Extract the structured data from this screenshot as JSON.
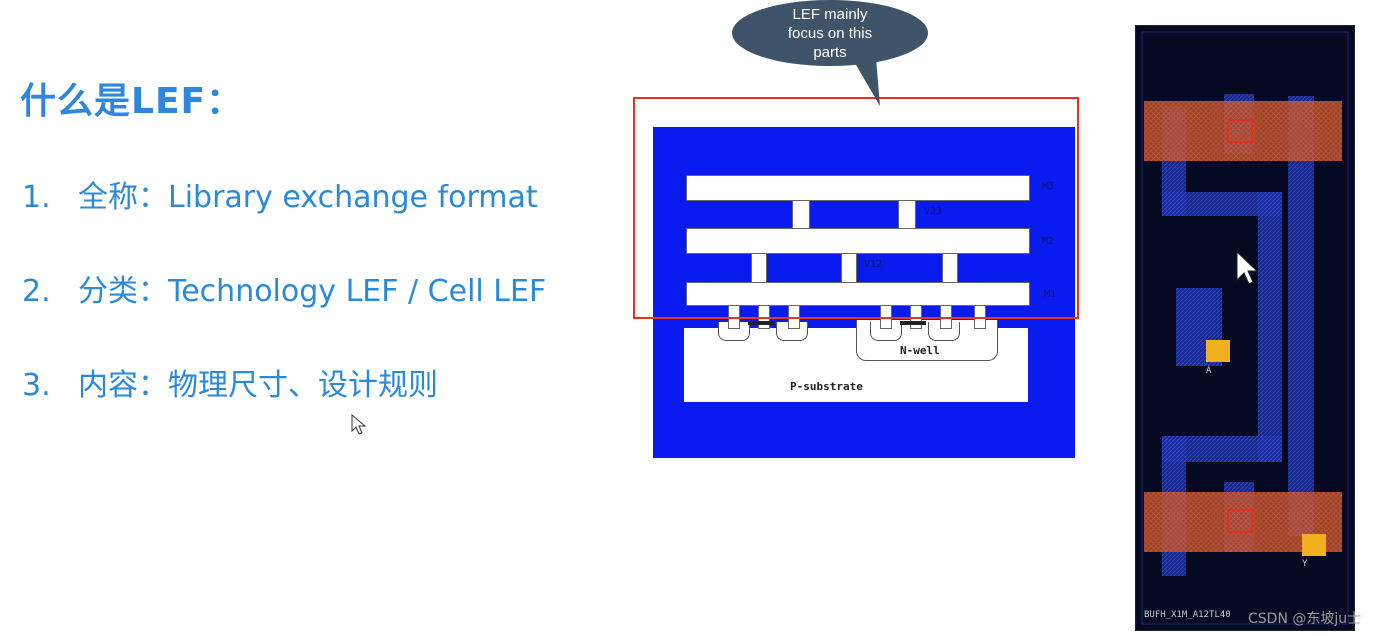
{
  "slide": {
    "title": "什么是LEF：",
    "items": [
      {
        "num": "1.",
        "text": "全称：Library exchange format"
      },
      {
        "num": "2.",
        "text": "分类：Technology LEF / Cell LEF"
      },
      {
        "num": "3.",
        "text": "内容：物理尺寸、设计规则"
      }
    ]
  },
  "diagram": {
    "bubble_text": "LEF mainly focus on this parts",
    "metal_labels": [
      "M3",
      "V23",
      "M2",
      "V12",
      "M1"
    ],
    "substrate_label": "P-substrate",
    "nwell_label": "N-well"
  },
  "cell_layout": {
    "pin_a": "A",
    "pin_y": "Y",
    "cell_name": "BUFH_X1M_A12TL40"
  },
  "watermark": "CSDN @东坡ju士",
  "colors": {
    "title": "#2e86de",
    "text": "#2a8ad8",
    "panel_blue": "#0a1bf0",
    "frame_red": "#e8341e",
    "bubble": "#3f5468"
  }
}
